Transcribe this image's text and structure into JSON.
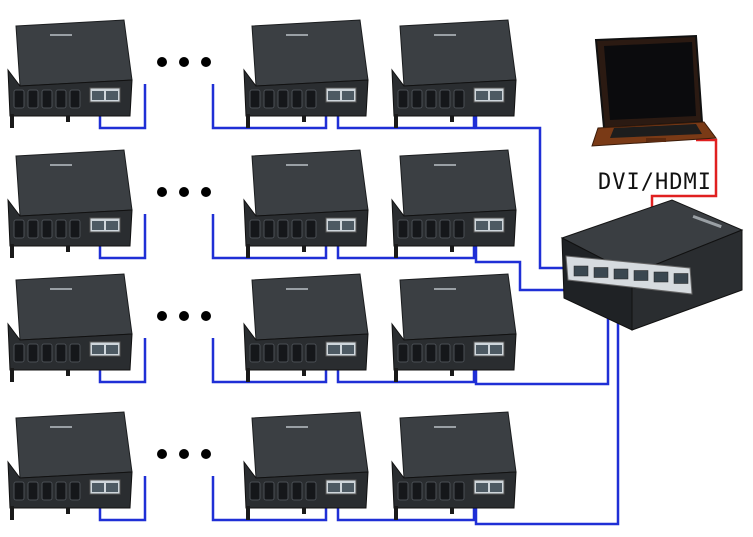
{
  "diagram": {
    "connection_label": "DVI/HDMI",
    "colors": {
      "network_cable": "#1f2fd6",
      "video_cable": "#e02020",
      "device_body": "#2a2d30",
      "device_top": "#3b3f43",
      "ellipsis": "#000000"
    },
    "rows": 4,
    "receivers_per_row": 3,
    "ellipsis_dots": "• • •"
  }
}
